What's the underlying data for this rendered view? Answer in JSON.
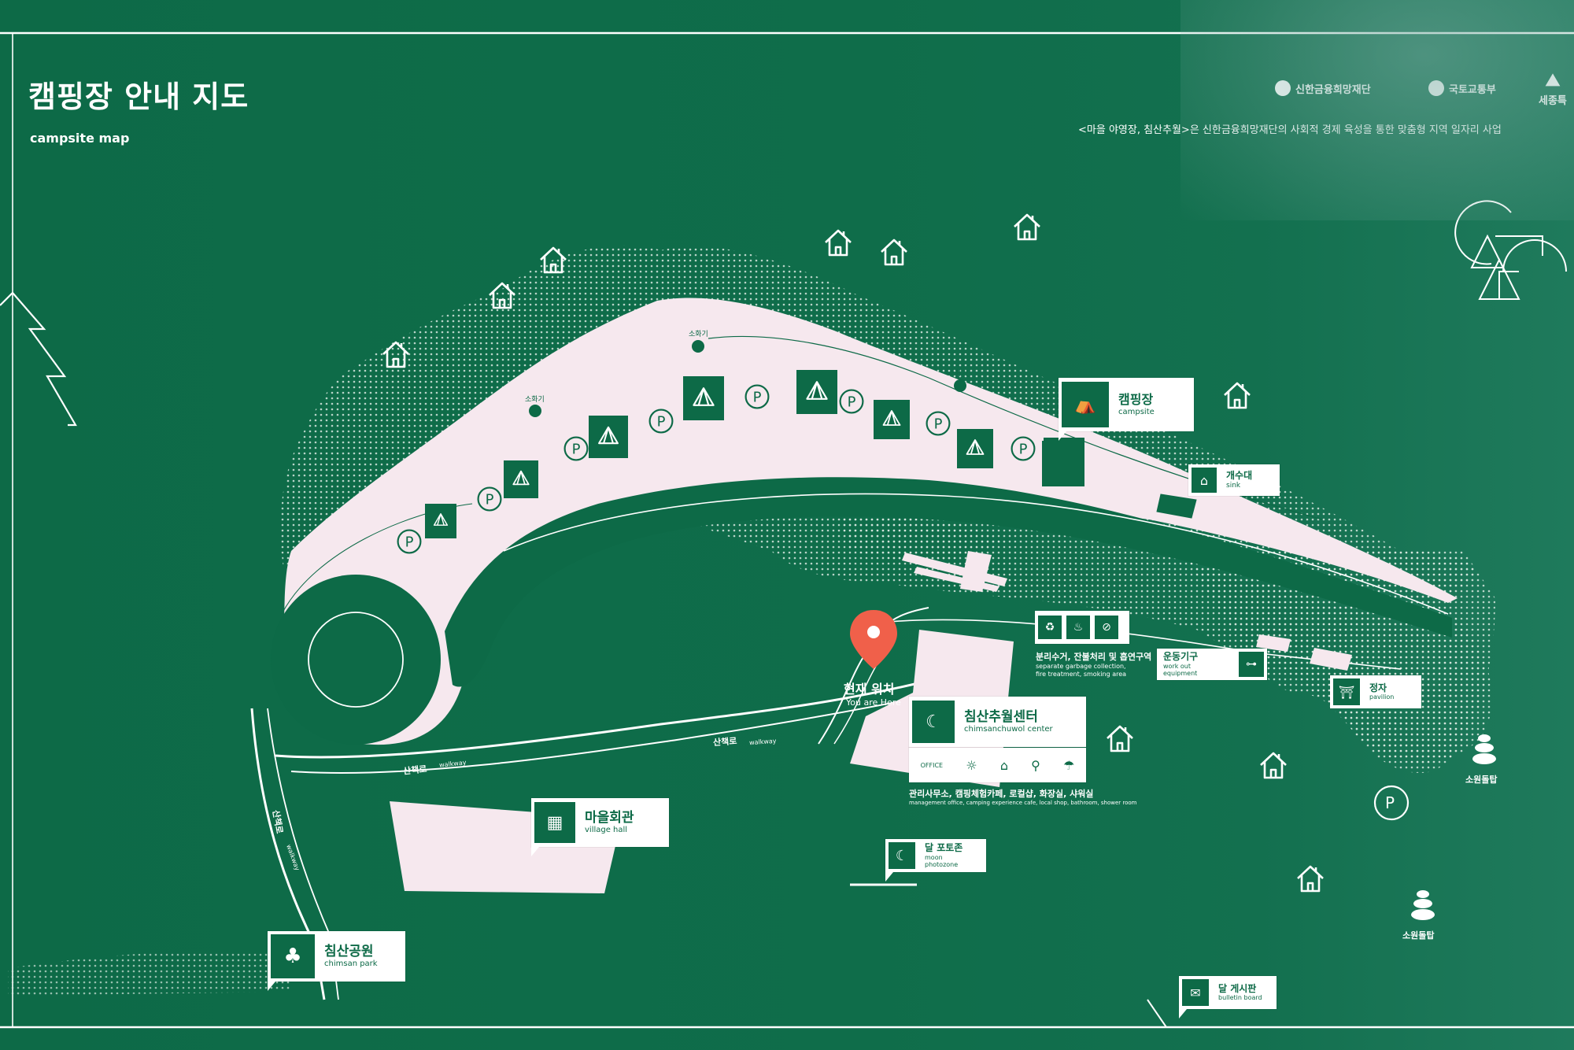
{
  "header": {
    "title": "캠핑장 안내 지도",
    "subtitle": "campsite map",
    "description": "<마을 야영장, 침산추월>은 신한금융희망재단의 사회적 경제 육성을 통한 맞춤형 지역 일자리 사업",
    "logos": [
      "신한금융희망재단",
      "국토교통부",
      "세종특"
    ]
  },
  "labels": {
    "campsite": {
      "ko": "캠핑장",
      "en": "campsite"
    },
    "sink": {
      "ko": "개수대",
      "en": "sink"
    },
    "center": {
      "ko": "침산추월센터",
      "en": "chimsanchuwol center"
    },
    "workout": {
      "ko": "운동기구",
      "en": "work out equipment"
    },
    "pavilion": {
      "ko": "정자",
      "en": "pavilion"
    },
    "village_hall": {
      "ko": "마을회관",
      "en": "village hall"
    },
    "moon_photozone": {
      "ko": "달 포토존",
      "en": "moon photozone"
    },
    "park": {
      "ko": "침산공원",
      "en": "chimsan park"
    },
    "bulletin": {
      "ko": "달 게시판",
      "en": "bulletin board"
    },
    "you_are_here": {
      "ko": "현재 위치",
      "en": "You are Here"
    }
  },
  "captions": {
    "garbage_ko": "분리수거, 잔불처리 및 흡연구역",
    "garbage_en1": "separate garbage collection,",
    "garbage_en2": "fire treatment, smoking area",
    "center_ko": "관리사무소, 캠핑체험카페, 로컬샵, 화장실, 샤워실",
    "center_en": "management office, camping experience cafe, local shop, bathroom, shower room",
    "office": "OFFICE"
  },
  "map_text": {
    "fire_ext": "소화기",
    "walkway_ko": "산책로",
    "walkway_en": "walkway",
    "tower": "소원돌탑",
    "parking": "P"
  },
  "colors": {
    "board": "#0d6a47",
    "path": "#f6e8ee",
    "marker": "#f0604a"
  }
}
